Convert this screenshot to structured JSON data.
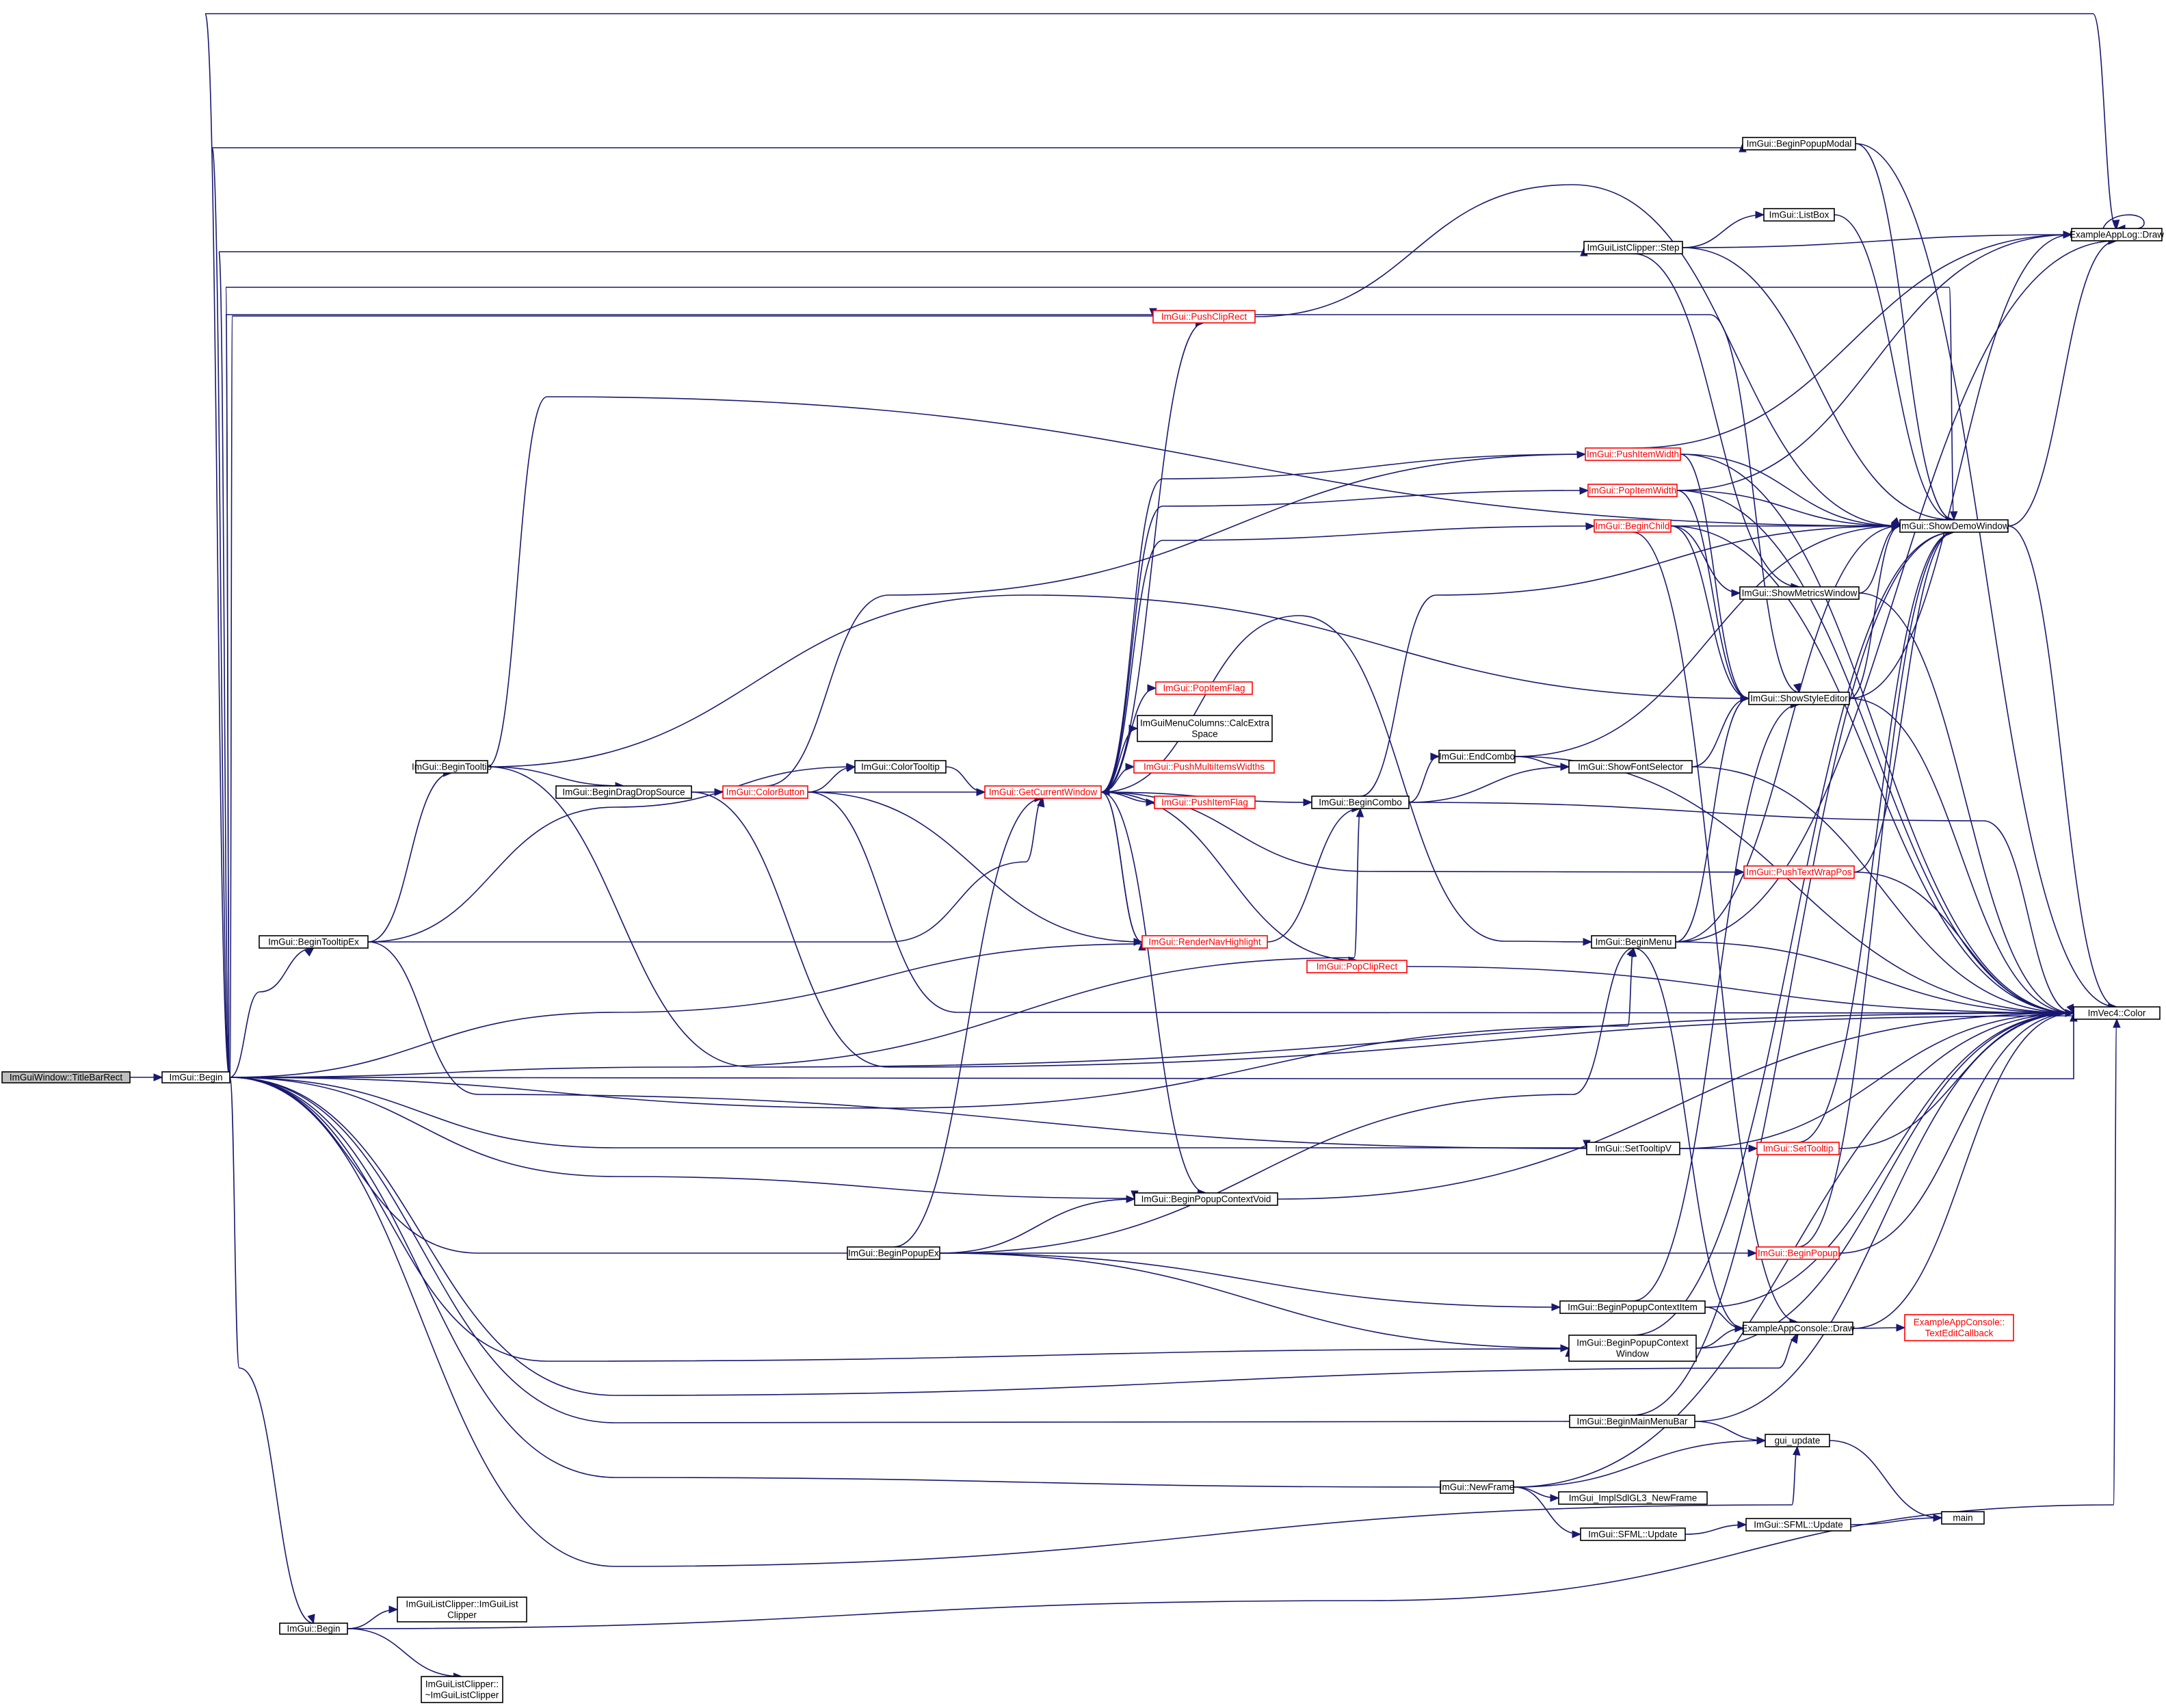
{
  "diagram": {
    "nodes": [
      {
        "id": "titlebar",
        "lines": [
          "ImGuiWindow::TitleBarRect"
        ],
        "style": "root"
      },
      {
        "id": "begin",
        "lines": [
          "ImGui::Begin"
        ],
        "style": "normal"
      },
      {
        "id": "begin2",
        "lines": [
          "ImGui::Begin"
        ],
        "style": "normal"
      },
      {
        "id": "clipperctor",
        "lines": [
          "ImGuiListClipper::ImGuiList",
          "Clipper"
        ],
        "style": "normal"
      },
      {
        "id": "clipperdtor",
        "lines": [
          "ImGuiListClipper::",
          "~ImGuiListClipper"
        ],
        "style": "normal"
      },
      {
        "id": "begintooltipex",
        "lines": [
          "ImGui::BeginTooltipEx"
        ],
        "style": "normal"
      },
      {
        "id": "begintooltip",
        "lines": [
          "ImGui::BeginTooltip"
        ],
        "style": "normal"
      },
      {
        "id": "begindragdropsource",
        "lines": [
          "ImGui::BeginDragDropSource"
        ],
        "style": "normal"
      },
      {
        "id": "colorbutton",
        "lines": [
          "ImGui::ColorButton"
        ],
        "style": "truncated"
      },
      {
        "id": "colortooltip",
        "lines": [
          "ImGui::ColorTooltip"
        ],
        "style": "normal"
      },
      {
        "id": "getcurrentwindow",
        "lines": [
          "ImGui::GetCurrentWindow"
        ],
        "style": "truncated"
      },
      {
        "id": "beginpopupex",
        "lines": [
          "ImGui::BeginPopupEx"
        ],
        "style": "normal"
      },
      {
        "id": "pushcliprect",
        "lines": [
          "ImGui::PushClipRect"
        ],
        "style": "truncated"
      },
      {
        "id": "popitemflag",
        "lines": [
          "ImGui::PopItemFlag"
        ],
        "style": "truncated"
      },
      {
        "id": "calcextraspace",
        "lines": [
          "ImGuiMenuColumns::CalcExtra",
          "Space"
        ],
        "style": "normal"
      },
      {
        "id": "pushmultiitemswidths",
        "lines": [
          "ImGui::PushMultiItemsWidths"
        ],
        "style": "truncated"
      },
      {
        "id": "pushitemflag",
        "lines": [
          "ImGui::PushItemFlag"
        ],
        "style": "truncated"
      },
      {
        "id": "rendernavhighlight",
        "lines": [
          "ImGui::RenderNavHighlight"
        ],
        "style": "truncated"
      },
      {
        "id": "beginpopupcontextvoid",
        "lines": [
          "ImGui::BeginPopupContextVoid"
        ],
        "style": "normal"
      },
      {
        "id": "poppcliprect",
        "lines": [
          "ImGui::PopClipRect"
        ],
        "style": "truncated"
      },
      {
        "id": "begincombo",
        "lines": [
          "ImGui::BeginCombo"
        ],
        "style": "normal"
      },
      {
        "id": "endcombo",
        "lines": [
          "ImGui::EndCombo"
        ],
        "style": "normal"
      },
      {
        "id": "showfontselector",
        "lines": [
          "ImGui::ShowFontSelector"
        ],
        "style": "normal"
      },
      {
        "id": "beginmenu",
        "lines": [
          "ImGui::BeginMenu"
        ],
        "style": "normal"
      },
      {
        "id": "setttooltipv",
        "lines": [
          "ImGui::SetTooltipV"
        ],
        "style": "normal"
      },
      {
        "id": "beginpopupcontextitem",
        "lines": [
          "ImGui::BeginPopupContextItem"
        ],
        "style": "normal"
      },
      {
        "id": "beginpopupcontextwindow",
        "lines": [
          "ImGui::BeginPopupContext",
          "Window"
        ],
        "style": "normal"
      },
      {
        "id": "beginmainmenubar",
        "lines": [
          "ImGui::BeginMainMenuBar"
        ],
        "style": "normal"
      },
      {
        "id": "newframe",
        "lines": [
          "ImGui::NewFrame"
        ],
        "style": "normal"
      },
      {
        "id": "implsdlgl3newframe",
        "lines": [
          "ImGui_ImplSdlGL3_NewFrame"
        ],
        "style": "normal"
      },
      {
        "id": "sfmlupdate1",
        "lines": [
          "ImGui::SFML::Update"
        ],
        "style": "normal"
      },
      {
        "id": "sfmlupdate2",
        "lines": [
          "ImGui::SFML::Update"
        ],
        "style": "normal"
      },
      {
        "id": "beginpopupmodal",
        "lines": [
          "ImGui::BeginPopupModal"
        ],
        "style": "normal"
      },
      {
        "id": "clipperstep",
        "lines": [
          "ImGuiListClipper::Step"
        ],
        "style": "normal"
      },
      {
        "id": "listbox",
        "lines": [
          "ImGui::ListBox"
        ],
        "style": "normal"
      },
      {
        "id": "pushitemwidth",
        "lines": [
          "ImGui::PushItemWidth"
        ],
        "style": "truncated"
      },
      {
        "id": "popitemwidth",
        "lines": [
          "ImGui::PopItemWidth"
        ],
        "style": "truncated"
      },
      {
        "id": "beginchild",
        "lines": [
          "ImGui::BeginChild"
        ],
        "style": "truncated"
      },
      {
        "id": "showmetricswindow",
        "lines": [
          "ImGui::ShowMetricsWindow"
        ],
        "style": "normal"
      },
      {
        "id": "showstyleeditor",
        "lines": [
          "ImGui::ShowStyleEditor"
        ],
        "style": "normal"
      },
      {
        "id": "pushtextwrappos",
        "lines": [
          "ImGui::PushTextWrapPos"
        ],
        "style": "truncated"
      },
      {
        "id": "settooltip",
        "lines": [
          "ImGui::SetTooltip"
        ],
        "style": "truncated"
      },
      {
        "id": "beginpopup",
        "lines": [
          "ImGui::BeginPopup"
        ],
        "style": "truncated"
      },
      {
        "id": "consoledraw",
        "lines": [
          "ExampleAppConsole::Draw"
        ],
        "style": "normal"
      },
      {
        "id": "textedit",
        "lines": [
          "ExampleAppConsole::",
          "TextEditCallback"
        ],
        "style": "truncated"
      },
      {
        "id": "guiupdate",
        "lines": [
          "gui_update"
        ],
        "style": "normal"
      },
      {
        "id": "main",
        "lines": [
          "main"
        ],
        "style": "normal"
      },
      {
        "id": "showdemowindow",
        "lines": [
          "ImGui::ShowDemoWindow"
        ],
        "style": "normal"
      },
      {
        "id": "applogdraw",
        "lines": [
          "ExampleAppLog::Draw"
        ],
        "style": "normal"
      },
      {
        "id": "imvec4color",
        "lines": [
          "ImVec4::Color"
        ],
        "style": "normal"
      }
    ]
  }
}
